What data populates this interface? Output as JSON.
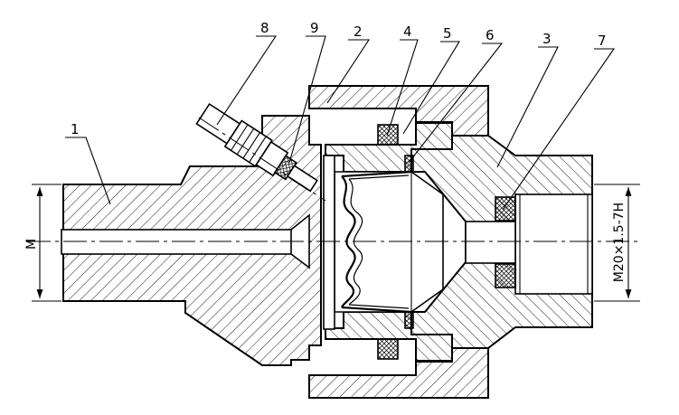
{
  "labels": {
    "p1": "1",
    "p2": "2",
    "p3": "3",
    "p4": "4",
    "p5": "5",
    "p6": "6",
    "p7": "7",
    "p8": "8",
    "p9": "9"
  },
  "dimensions": {
    "left": "M",
    "right": "M20×1.5-7H"
  }
}
